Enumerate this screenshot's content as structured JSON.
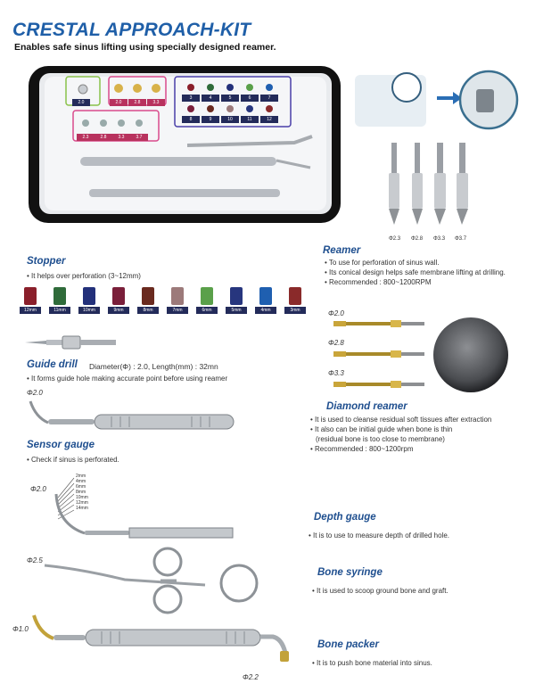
{
  "header": {
    "title": "CRESTAL APPROACH-KIT",
    "subtitle": "Enables safe sinus lifting using specially designed reamer."
  },
  "kit_tray": {
    "left_group_sizes": [
      "2.0"
    ],
    "mid_group_sizes": [
      "2.0",
      "2.8",
      "3.3"
    ],
    "reamer_sizes": [
      "2.3",
      "2.8",
      "3.3",
      "3.7"
    ],
    "stopper_block_sizes": [
      "3",
      "4",
      "5",
      "6",
      "7",
      "8",
      "9",
      "10",
      "11",
      "12"
    ]
  },
  "reamer_drills": {
    "sizes": [
      "Φ2.3",
      "Φ2.8",
      "Φ3.3",
      "Φ3.7"
    ]
  },
  "reamer": {
    "title": "Reamer",
    "bullets": [
      "• To use for perforation of sinus wall.",
      "• Its conical design helps safe membrane lifting at drilling.",
      "• Recommended : 800~1200RPM"
    ]
  },
  "stopper": {
    "title": "Stopper",
    "bullet": "• It helps over perforation (3~12mm)",
    "items": [
      {
        "label": "12mm",
        "color": "#8a1f2b"
      },
      {
        "label": "11mm",
        "color": "#2f6b3a"
      },
      {
        "label": "10mm",
        "color": "#23307a"
      },
      {
        "label": "9mm",
        "color": "#7a1f3a"
      },
      {
        "label": "8mm",
        "color": "#6a2a1f"
      },
      {
        "label": "7mm",
        "color": "#9c7a7a"
      },
      {
        "label": "6mm",
        "color": "#5aa04a"
      },
      {
        "label": "5mm",
        "color": "#27367e"
      },
      {
        "label": "4mm",
        "color": "#1f5fb0"
      },
      {
        "label": "3mm",
        "color": "#8a2a2a"
      }
    ]
  },
  "guide_drill": {
    "title": "Guide drill",
    "spec": "Diameter(Φ) : 2.0, Length(mm) : 32mn",
    "bullet": "• It forms guide hole making accurate point before using reamer",
    "diameter": "Φ2.0"
  },
  "diamond_reamer": {
    "sizes": [
      "Φ2.0",
      "Φ2.8",
      "Φ3.3"
    ],
    "title": "Diamond reamer",
    "bullets": [
      "• It is used to cleanse residual soft tissues after extraction",
      "• It also can be initial guide when bone is thin",
      "(residual bone is too close to membrane)",
      "• Recommended : 800~1200rpm"
    ]
  },
  "sensor_gauge": {
    "title": "Sensor gauge",
    "bullet": "• Check if sinus is perforated."
  },
  "depth_gauge": {
    "diameter": "Φ2.0",
    "marks": [
      "2mm",
      "4mm",
      "6mm",
      "8mm",
      "10mm",
      "12mm",
      "14mm"
    ],
    "title": "Depth gauge",
    "bullet": "• It is to use to measure depth of drilled hole."
  },
  "bone_syringe": {
    "diameter": "Φ2.5",
    "title": "Bone syringe",
    "bullet": "• It is used to scoop ground bone and graft."
  },
  "bone_packer": {
    "diameter_left": "Φ1.0",
    "diameter_right": "Φ2.2",
    "title": "Bone packer",
    "bullet": "• It is to push bone material into sinus."
  },
  "colors": {
    "accent": "#1f5fa8",
    "section_title": "#1f4f8f",
    "tray": "#1a1a1a"
  }
}
